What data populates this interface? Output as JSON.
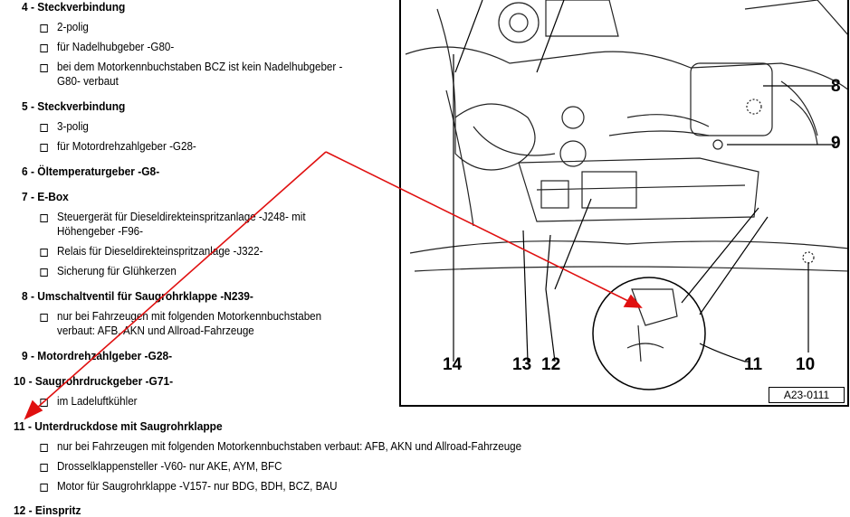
{
  "items": [
    {
      "title": "4 - Steckverbindung",
      "bullets": [
        "2-polig",
        "für Nadelhubgeber -G80-",
        "bei dem Motorkennbuchstaben BCZ ist kein Nadelhubgeber -",
        "G80- verbaut"
      ]
    },
    {
      "title": "5 - Steckverbindung",
      "bullets": [
        "3-polig",
        "für Motordrehzahlgeber -G28-"
      ]
    },
    {
      "title": "6 - Öltemperaturgeber -G8-"
    },
    {
      "title": "7 - E-Box",
      "bullets": [
        "Steuergerät für Dieseldirekteinspritzanlage -J248- mit",
        "Höhengeber -F96-",
        "Relais für Dieseldirekteinspritzanlage -J322-",
        "Sicherung für Glühkerzen"
      ]
    },
    {
      "title": "8 - Umschaltventil für Saugrohrklappe -N239-",
      "bullets": [
        "nur bei Fahrzeugen mit folgenden Motorkennbuchstaben",
        "verbaut: AFB, AKN und Allroad-Fahrzeuge"
      ]
    },
    {
      "title": "9 - Motordrehzahlgeber -G28-"
    },
    {
      "title": "10 - Saugrohrdruckgeber -G71-",
      "bullets": [
        "im Ladeluftkühler"
      ]
    },
    {
      "title": "11 - Unterdruckdose mit Saugrohrklappe",
      "bullets": [
        "nur bei Fahrzeugen mit folgenden Motorkennbuchstaben verbaut: AFB, AKN und Allroad-Fahrzeuge",
        "Drosselklappensteller -V60- nur AKE, AYM, BFC",
        "Motor für Saugrohrklappe -V157- nur BDG, BDH, BCZ, BAU"
      ]
    },
    {
      "title": "12 - Einspritz"
    }
  ],
  "figure": {
    "labels": [
      "8",
      "9",
      "14",
      "13",
      "12",
      "11",
      "10"
    ],
    "ref": "A23-0111"
  },
  "colors": {
    "arrow": "#e01010"
  }
}
